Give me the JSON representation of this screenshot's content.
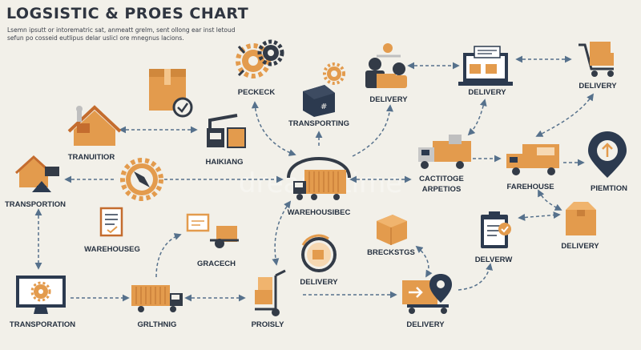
{
  "header": {
    "title": "LOGSISTIC & PROES CHART",
    "subtitle_line1": "Lsemn ipsutt or intorematric sat, anmeatt grelm, sent ollong ear inst letoud",
    "subtitle_line2": "sefun po cosseid eutlipus delar uslicl ore mnegnus lacions."
  },
  "watermark": "dreamstime",
  "colors": {
    "orange": "#e39b4d",
    "dark": "#333b47",
    "navy": "#2c3a4f",
    "arrow": "#56718c",
    "background": "#f2f0e9"
  },
  "nodes": {
    "peckeck": "PECKECK",
    "delivery_top": "DELIVERY",
    "delivery_laptop": "DELIVERY",
    "delivery_cart": "DELIVERY",
    "tranuitior": "TRANUITIOR",
    "transporting": "TRANSPORTING",
    "haikiang": "HAIKIANG",
    "cactitoge": "CACTITOGE",
    "arpetios": "ARPETIOS",
    "farehouse": "FAREHOUSE",
    "piemtion": "PIEMTION",
    "transportion": "TRANSPORTION",
    "warehousebec": "WAREHOUSIBEC",
    "warehouseg": "WAREHOUSEG",
    "gracech": "GRACECH",
    "delivery_mid": "DELIVERY",
    "brecksigs": "BRECKSTGS",
    "delverw": "DELVERW",
    "delivery_box": "DELIVERY",
    "transporation": "TRANSPORATION",
    "grlthnig": "GRLTHNIG",
    "proisly": "PROISLY",
    "delivery_bottom": "DELIVERY"
  }
}
